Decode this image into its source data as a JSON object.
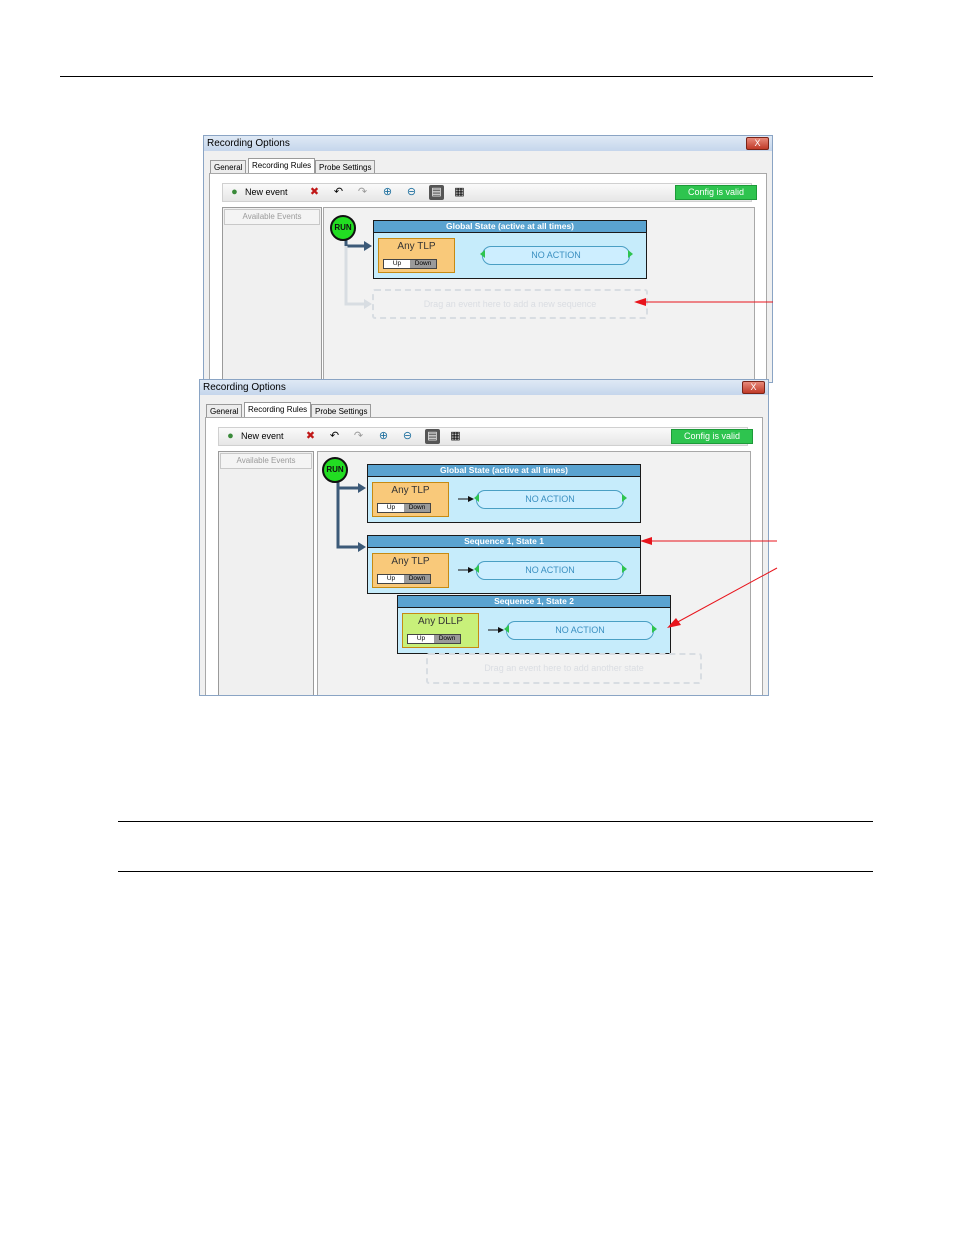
{
  "screenshot_top": {
    "title": "Recording Options",
    "close_label": "X",
    "tabs": [
      "General",
      "Recording Rules",
      "Probe Settings"
    ],
    "new_event_label": "New event",
    "config_status": "Config is valid",
    "available_events": "Available Events",
    "run_label": "RUN",
    "global_state": {
      "title": "Global State (active at all times)",
      "event": "Any TLP",
      "up": "Up",
      "down": "Down",
      "action": "NO ACTION"
    },
    "drop_hint": "Drag an event here to add a new sequence"
  },
  "screenshot_bottom": {
    "title": "Recording Options",
    "close_label": "X",
    "tabs": [
      "General",
      "Recording Rules",
      "Probe Settings"
    ],
    "new_event_label": "New event",
    "config_status": "Config is valid",
    "available_events": "Available Events",
    "run_label": "RUN",
    "global_state": {
      "title": "Global State (active at all times)",
      "event": "Any TLP",
      "up": "Up",
      "down": "Down",
      "action": "NO ACTION"
    },
    "state1": {
      "title": "Sequence 1, State 1",
      "event": "Any TLP",
      "up": "Up",
      "down": "Down",
      "action": "NO ACTION"
    },
    "state2": {
      "title": "Sequence 1, State 2",
      "event": "Any DLLP",
      "up": "Up",
      "down": "Down",
      "action": "NO ACTION"
    },
    "drop_hint": "Drag an event here to add another state"
  },
  "colors": {
    "annotation_arrow": "#e8141c",
    "state_body": "#c6ecfb",
    "state_header": "#5aa3d0",
    "event_tlp": "#f9c97a",
    "event_dllp": "#c8f07a",
    "valid_badge": "#2ec44f",
    "run_circle": "#22dd22",
    "flow_arrow": "#3c5a78"
  }
}
